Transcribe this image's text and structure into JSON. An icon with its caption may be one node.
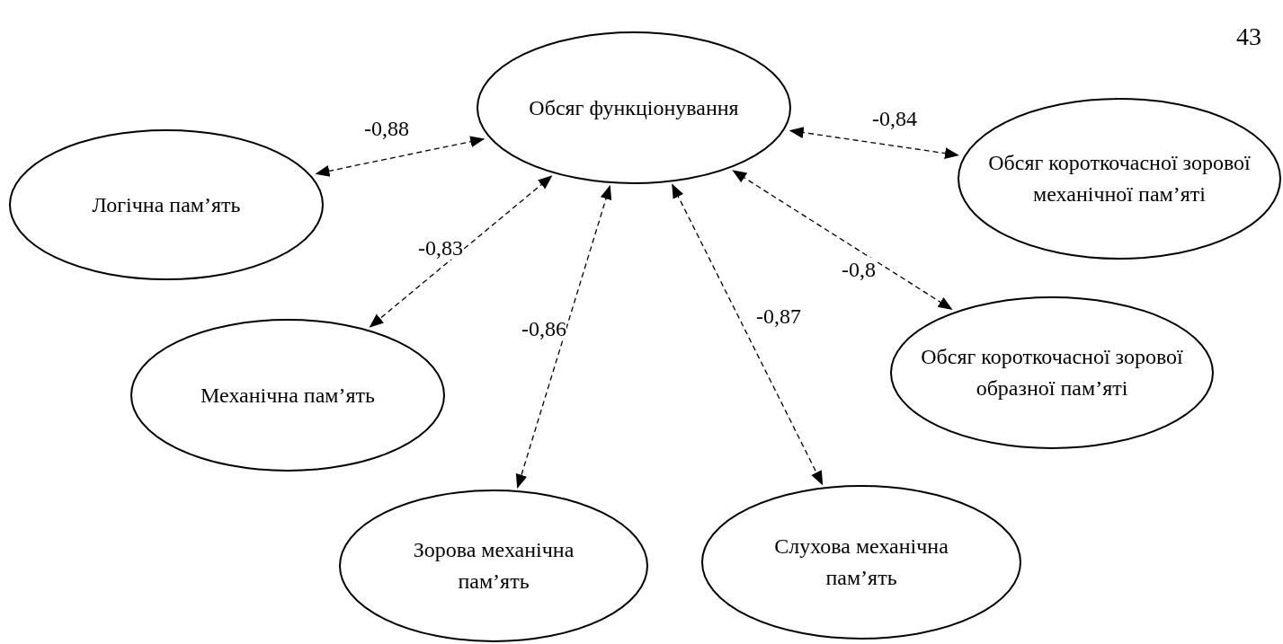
{
  "diagram": {
    "nodes": [
      {
        "text": [
          "Обсяг функціонування"
        ]
      },
      {
        "text": [
          "Логічна пам’ять"
        ]
      },
      {
        "text": [
          "Обсяг короткочасної зорової механічної пам’яті"
        ]
      },
      {
        "text": [
          "Механічна пам’ять"
        ]
      },
      {
        "text": [
          "Обсяг короткочасної зорової образної пам’яті"
        ]
      },
      {
        "text": [
          "Зорова механічна пам’ять"
        ]
      },
      {
        "text": [
          "Слухова механічна пам’ять"
        ]
      }
    ],
    "edges": [
      {
        "from": 0,
        "to": 1,
        "arrow": "both",
        "style": "dashed",
        "label": "-0,88"
      },
      {
        "from": 0,
        "to": 2,
        "arrow": "both",
        "style": "dashed",
        "label": "-0,84"
      },
      {
        "from": 0,
        "to": 3,
        "arrow": "both",
        "style": "dashed",
        "label": "-0,83"
      },
      {
        "from": 0,
        "to": 5,
        "arrow": "both",
        "style": "dashed",
        "label": "-0,86"
      },
      {
        "from": 0,
        "to": 6,
        "arrow": "both",
        "style": "dashed",
        "label": "-0,87"
      },
      {
        "from": 0,
        "to": 4,
        "arrow": "both",
        "style": "dashed",
        "label": "-0,8"
      }
    ],
    "labels": [
      "43"
    ]
  }
}
